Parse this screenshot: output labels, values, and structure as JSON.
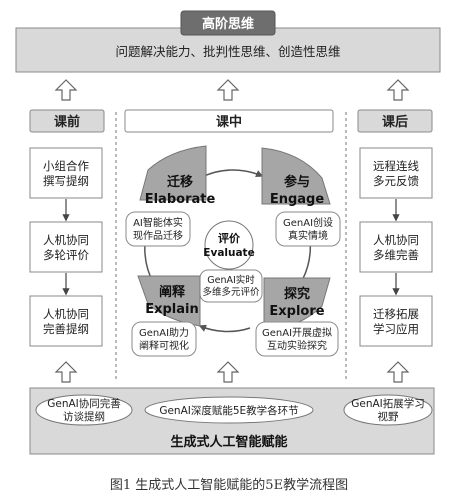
{
  "top": {
    "title": "高阶思维",
    "subtitle": "问题解决能力、批判性思维、创造性思维"
  },
  "phases": {
    "before": "课前",
    "during": "课中",
    "after": "课后"
  },
  "before_steps": [
    "小组合作\n撰写提纲",
    "人机协同\n多轮评价",
    "人机协同\n完善提纲"
  ],
  "after_steps": [
    "远程连线\n多元反馈",
    "人机协同\n多维完善",
    "迁移拓展\n学习应用"
  ],
  "cycle": {
    "center": {
      "cn": "评价",
      "en": "Evaluate"
    },
    "center_note": "GenAI实时\n多维多元评价",
    "elaborate": {
      "cn": "迁移",
      "en": "Elaborate",
      "note": "AI智能体实\n现作品迁移"
    },
    "engage": {
      "cn": "参与",
      "en": "Engage",
      "note": "GenAI创设\n真实情境"
    },
    "explore": {
      "cn": "探究",
      "en": "Explore",
      "note": "GenAI开展虚拟\n互动实验探究"
    },
    "explain": {
      "cn": "阐释",
      "en": "Explain",
      "note": "GenAI助力\n阐释可视化"
    }
  },
  "bottom": {
    "clouds": [
      "GenAI协同完善\n访谈提纲",
      "GenAI深度赋能5E教学各环节",
      "GenAI拓展学习\n视野"
    ],
    "title": "生成式人工智能赋能"
  },
  "caption": "图1  生成式人工智能赋能的5E教学流程图",
  "colors": {
    "panel_gray": "#d9d9d9",
    "dark_header": "#6e6e6e",
    "shape_gray": "#a6a6a6",
    "line": "#555555"
  }
}
